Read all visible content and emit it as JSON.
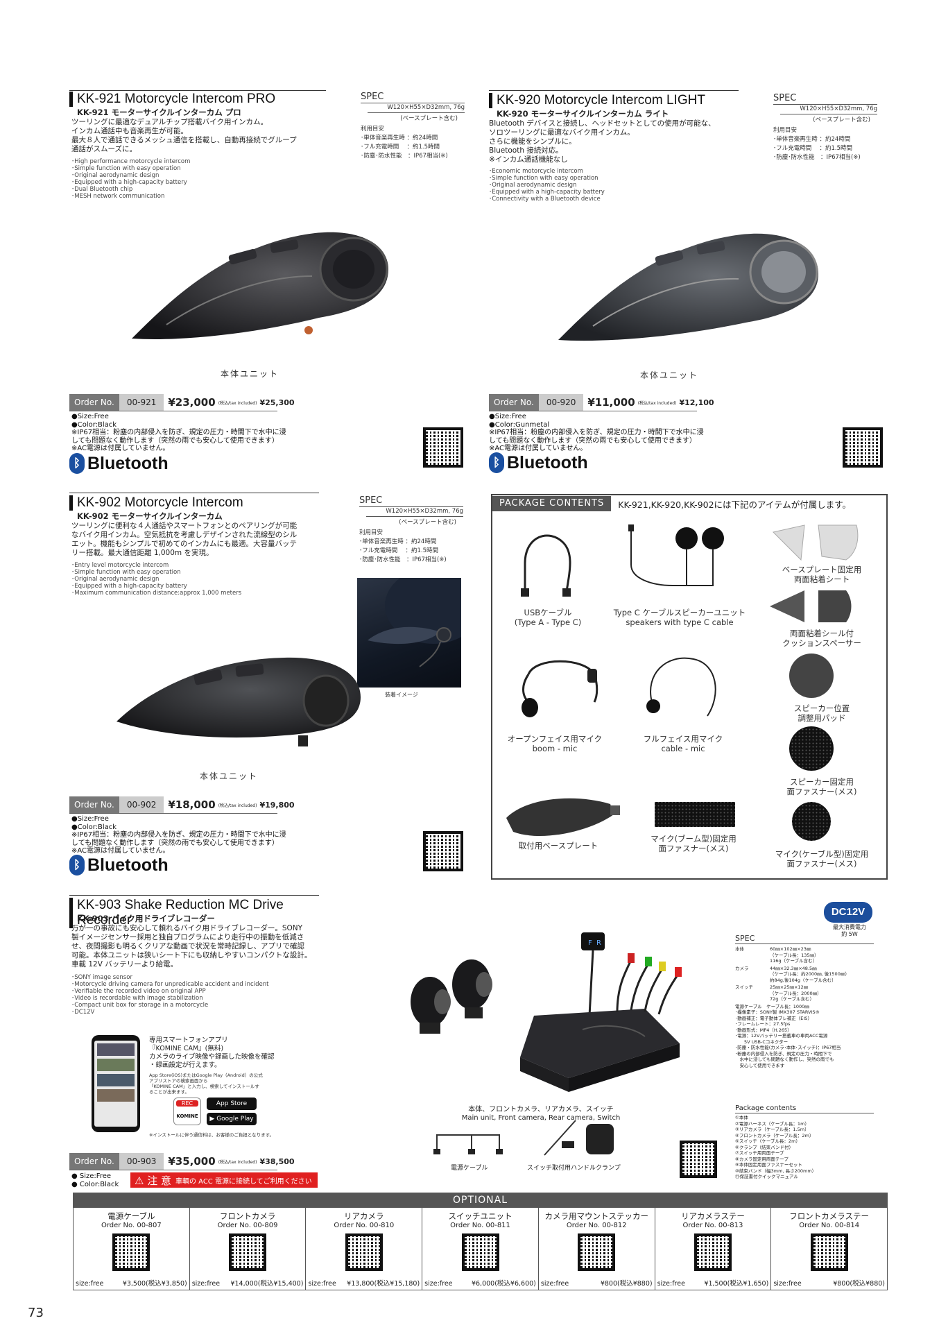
{
  "kk921": {
    "title": "KK-921 Motorcycle Intercom PRO",
    "subtitle": "KK-921 モーターサイクルインターカム プロ",
    "desc": [
      "ツーリングに最適なデュアルチップ搭載バイク用インカム。",
      "インカム通話中も音楽再生が可能。",
      "最大８人で通話できるメッシュ通信を搭載し、自動再接続でグループ",
      "通話がスムーズに。"
    ],
    "features": [
      "･High performance motorcycle intercom",
      "･Simple function with easy operation",
      "･Original aerodynamic design",
      "･Equipped with a high-capacity battery",
      "･Dual Bluetooth chip",
      "･MESH network communication"
    ],
    "spec_head": "SPEC",
    "spec_dim": "W120×H55×D32mm, 76g",
    "spec_note": "(ベースプレート含む)",
    "spec_lines": [
      "利用目安",
      "･単体音楽再生時 ：約24時間",
      "･フル充電時間　 ：約1.5時間",
      "･防塵･防水性能　：IP67相当(※)"
    ],
    "caption": "本体ユニット",
    "order_label": "Order No.",
    "order_no": "00-921",
    "price": "¥23,000",
    "tax_label": "(税込/tax included)",
    "price_tax": "¥25,300",
    "notes": [
      "●Size:Free",
      "●Color:Black",
      "※IP67相当：粉塵の内部侵入を防ぎ、規定の圧力・時間下で水中に浸",
      "しても問題なく動作します（突然の雨でも安心して使用できます）",
      "※AC電源は付属していません。"
    ],
    "bluetooth": "Bluetooth"
  },
  "kk920": {
    "title": "KK-920 Motorcycle Intercom LIGHT",
    "subtitle": "KK-920 モーターサイクルインターカム ライト",
    "desc": [
      "Bluetooth デバイスと接続し、ヘッドセットとしての使用が可能な、",
      "ソロツーリングに最適なバイク用インカム。",
      "さらに機能をシンプルに。",
      "Bluetooth 接続対応。",
      "※インカム通話機能なし"
    ],
    "features": [
      "･Economic motorcycle intercom",
      "･Simple function with easy operation",
      "･Original aerodynamic design",
      "･Equipped with a high-capacity battery",
      "･Connectivity with a Bluetooth device"
    ],
    "spec_head": "SPEC",
    "spec_dim": "W120×H55×D32mm, 76g",
    "spec_note": "(ベースプレート含む)",
    "spec_lines": [
      "利用目安",
      "･単体音楽再生時 ：約24時間",
      "･フル充電時間　 ：約1.5時間",
      "･防塵･防水性能　：IP67相当(※)"
    ],
    "caption": "本体ユニット",
    "order_label": "Order No.",
    "order_no": "00-920",
    "price": "¥11,000",
    "tax_label": "(税込/tax included)",
    "price_tax": "¥12,100",
    "notes": [
      "●Size:Free",
      "●Color:Gunmetal",
      "※IP67相当：粉塵の内部侵入を防ぎ、規定の圧力・時間下で水中に浸",
      "しても問題なく動作します（突然の雨でも安心して使用できます）",
      "※AC電源は付属していません。"
    ],
    "bluetooth": "Bluetooth"
  },
  "kk902": {
    "title": "KK-902 Motorcycle Intercom",
    "subtitle": "KK-902 モーターサイクルインターカム",
    "desc": [
      "ツーリングに便利な４人通話やスマートフォンとのペアリングが可能",
      "なバイク用インカム。空気抵抗を考慮しデザインされた流線型のシル",
      "エット。機能もシンプルで初めてのインカムにも最適。大容量バッテ",
      "リー搭載。最大通信距離 1,000m を実現。"
    ],
    "features": [
      "･Entry level motorcycle intercom",
      "･Simple function with easy operation",
      "･Original aerodynamic design",
      "･Equipped with a high-capacity battery",
      "･Maximum communication distance:approx 1,000 meters"
    ],
    "spec_head": "SPEC",
    "spec_dim": "W120×H55×D32mm, 76g",
    "spec_note": "(ベースプレート含む)",
    "spec_lines": [
      "利用目安",
      "･単体音楽再生時 ：約24時間",
      "･フル充電時間　 ：約1.5時間",
      "･防塵･防水性能　：IP67相当(※)"
    ],
    "mount_caption": "装着イメージ",
    "caption": "本体ユニット",
    "order_label": "Order No.",
    "order_no": "00-902",
    "price": "¥18,000",
    "tax_label": "(税込/tax included)",
    "price_tax": "¥19,800",
    "notes": [
      "●Size:Free",
      "●Color:Black",
      "※IP67相当：粉塵の内部侵入を防ぎ、規定の圧力・時間下で水中に浸",
      "しても問題なく動作します（突然の雨でも安心して使用できます）",
      "※AC電源は付属していません。"
    ],
    "bluetooth": "Bluetooth"
  },
  "package": {
    "label": "PACKAGE CONTENTS",
    "text": "KK-921,KK-920,KK-902には下記のアイテムが付属します。",
    "items": [
      {
        "l1": "USBケーブル",
        "l2": "(Type A - Type C)"
      },
      {
        "l1": "Type C ケーブルスピーカーユニット",
        "l2": "speakers with type C cable"
      },
      {
        "l1": "ベースプレート固定用",
        "l2": "両面粘着シート"
      },
      {
        "l1": "両面粘着シール付",
        "l2": "クッションスペーサー"
      },
      {
        "l1": "オープンフェイス用マイク",
        "l2": "boom - mic"
      },
      {
        "l1": "フルフェイス用マイク",
        "l2": "cable - mic"
      },
      {
        "l1": "スピーカー位置",
        "l2": "調整用パッド"
      },
      {
        "l1": "スピーカー固定用",
        "l2": "面ファスナー(メス)"
      },
      {
        "l1": "取付用ベースプレート",
        "l2": ""
      },
      {
        "l1": "マイク(ブーム型)固定用",
        "l2": "面ファスナー(メス)"
      },
      {
        "l1": "マイク(ケーブル型)固定用",
        "l2": "面ファスナー(メス)"
      }
    ]
  },
  "kk903": {
    "title": "KK-903 Shake Reduction MC Drive Recorder",
    "subtitle": "KK-903 バイク用ドライブレコーダー",
    "desc": [
      "万が一の事故にも安心して頼れるバイク用ドライブレコーダー。SONY",
      "製イメージセンサー採用と独自プログラムにより走行中の振動を低減さ",
      "せ、夜間撮影も明るくクリアな動画で状況を常時記録し、アプリで確認",
      "可能。本体ユニットは狭いシート下にも収納しやすいコンパクトな設計。",
      "車載 12V バッテリーより給電。"
    ],
    "features": [
      "･SONY image sensor",
      "･Motorcycle driving camera for unpredicable accident and incident",
      "･Verifiable the recorded video on original APP",
      "･Video is recordable with image stabilization",
      "･Compact unit box for storage in a motorcycle",
      "･DC12V"
    ],
    "app_lines": [
      "専用スマートフォンアプリ",
      "『KOMINE CAM』(無料)",
      "カメラのライブ映像や録画した映像を確認",
      "・録画設定が行えます。"
    ],
    "app_store_lines": [
      "App Store(iOS)またはGoogle Play（Android）の公式",
      "アプリストアの検索画面から",
      "「KOMINE CAM」と入力し、検索してインストールす",
      "ることが出来ます。"
    ],
    "app_store": "App Store",
    "google_play": "Google Play",
    "rec_badge": "REC",
    "brand": "KOMINE",
    "install_note": "※インストールに伴う通信料は、お客様のご負担となります。",
    "dc_badge": "DC12V",
    "power_lines": [
      "最大消費電力",
      "約 5W"
    ],
    "spec_head": "SPEC",
    "spec_rows": [
      {
        "k": "本体",
        "v": [
          "60㎜×102㎜×23㎜",
          "（ケーブル長：135㎜）",
          "116g（ケーブル含む）"
        ]
      },
      {
        "k": "カメラ",
        "v": [
          "44㎜×32.3㎜×48.5㎜",
          "（ケーブル長：約2000㎜, 後1500㎜）",
          "約84g,後104g（ケーブル含む）"
        ]
      },
      {
        "k": "スイッチ",
        "v": [
          "25㎜×25㎜×12㎜",
          "（ケーブル長：2000㎜）",
          "72g（ケーブル含む）"
        ]
      }
    ],
    "spec_extra": [
      "電源ケーブル　ケーブル長：1000㎜",
      "･撮像素子：SONY製 IMX307 STARVIS®",
      "･動画補正：電子動体ブレ補正（EIS）",
      "･フレームレート：27.5fps",
      "･動画形式：MP4（H.265）",
      "･電源：12Vバッテリー搭載車の車両ACC電源",
      "　　5V USB-Cコネクター",
      "･防塵・防水性能(カメラ･本体･スイッチ)：IP67相当",
      "･粉塵の内部侵入を防ぎ、規定の圧力・時間下で",
      "　水中に浸しても問題なく動作し、突然の雨でも",
      "　安心して使用できます"
    ],
    "pkg_head": "Package contents",
    "pkg_list": [
      "①本体",
      "②電源ハーネス（ケーブル長：1m）",
      "③リアカメラ（ケーブル長：1.5m）",
      "④フロントカメラ（ケーブル長：2m）",
      "⑤スイッチ（ケーブル長：2m）",
      "⑥クランプ（結束バンド付）",
      "⑦スイッチ用両面テープ",
      "⑧カメラ固定用両面テープ",
      "⑨本体固定用面ファスナーセット",
      "⑩結束バンド（幅3mm, 長さ200mm）",
      "⑪保証書付クイックマニュアル"
    ],
    "main_caption": [
      "本体、フロントカメラ、リアカメラ、スイッチ",
      "Main unit, Front camera, Rear camera, Switch"
    ],
    "cable_caption": "電源ケーブル",
    "clamp_caption": "スイッチ取付用ハンドルクランプ",
    "order_label": "Order No.",
    "order_no": "00-903",
    "price": "¥35,000",
    "tax_label": "(税込/tax included)",
    "price_tax": "¥38,500",
    "notes": [
      "● Size:Free",
      "● Color:Black"
    ],
    "warn_big": "⚠ 注 意",
    "warn_text": "車輌の ACC 電源に接続してご利用ください"
  },
  "optional": {
    "label": "OPTIONAL",
    "items": [
      {
        "name": "電源ケーブル",
        "no": "Order No. 00-807",
        "size": "size:free",
        "price": "¥3,500(税込¥3,850)"
      },
      {
        "name": "フロントカメラ",
        "no": "Order No. 00-809",
        "size": "size:free",
        "price": "¥14,000(税込¥15,400)"
      },
      {
        "name": "リアカメラ",
        "no": "Order No. 00-810",
        "size": "size:free",
        "price": "¥13,800(税込¥15,180)"
      },
      {
        "name": "スイッチユニット",
        "no": "Order No. 00-811",
        "size": "size:free",
        "price": "¥6,000(税込¥6,600)"
      },
      {
        "name": "カメラ用マウントステッカー",
        "no": "Order No. 00-812",
        "size": "size:free",
        "price": "¥800(税込¥880)"
      },
      {
        "name": "リアカメラステー",
        "no": "Order No. 00-813",
        "size": "size:free",
        "price": "¥1,500(税込¥1,650)"
      },
      {
        "name": "フロントカメラステー",
        "no": "Order No. 00-814",
        "size": "size:free",
        "price": "¥800(税込¥880)"
      }
    ]
  },
  "page_number": "73"
}
